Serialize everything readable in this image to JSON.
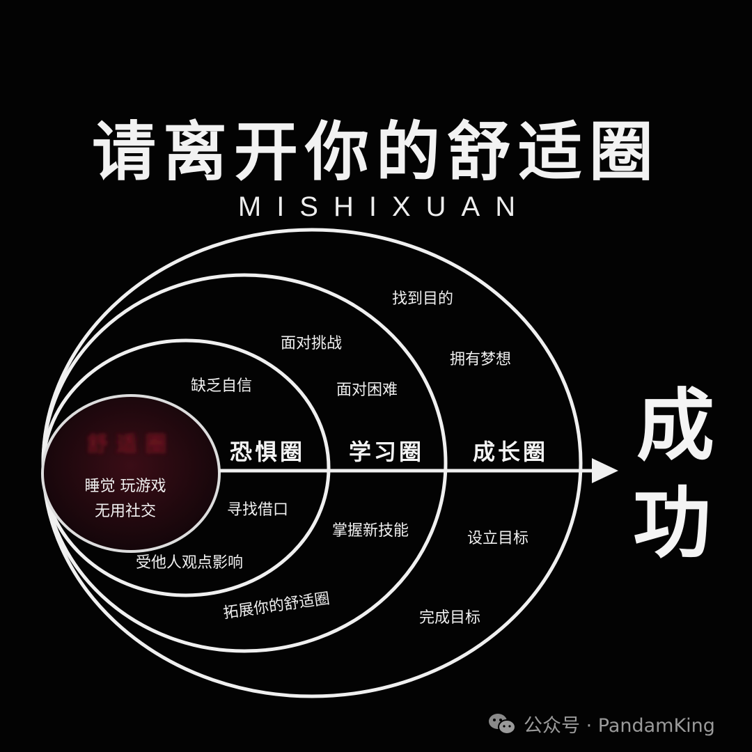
{
  "title": "请离开你的舒适圈",
  "subtitle": "MISHIXUAN",
  "zones": {
    "comfort": {
      "name": "舒适圈",
      "items": [
        "睡觉 玩游戏",
        "无用社交"
      ]
    },
    "fear": {
      "name": "恐惧圈",
      "items": [
        "缺乏自信",
        "寻找借口",
        "受他人观点影响"
      ]
    },
    "learning": {
      "name": "学习圈",
      "items": [
        "面对挑战",
        "面对困难",
        "掌握新技能",
        "拓展你的舒适圈"
      ]
    },
    "growth": {
      "name": "成长圈",
      "items": [
        "找到目的",
        "拥有梦想",
        "设立目标",
        "完成目标"
      ]
    }
  },
  "result": [
    "成",
    "功"
  ],
  "watermark": {
    "icon": "wechat-icon",
    "text": "公众号 · PandamKing"
  },
  "colors": {
    "background": "#030303",
    "line": "#f0f0f0",
    "comfort_fill": "#2a0a10"
  }
}
